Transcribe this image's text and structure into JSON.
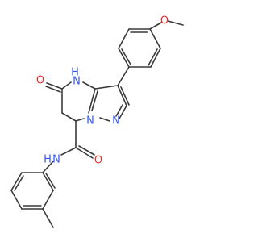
{
  "molecule": {
    "atoms": {
      "methoxy_o": {
        "text": "O",
        "color": "#e8322c"
      },
      "amine_nh": {
        "text": "H",
        "color": "#3355ee"
      },
      "amine_n": {
        "text": "N",
        "color": "#3355ee"
      },
      "ketone_o": {
        "text": "O",
        "color": "#e8322c"
      },
      "ring_n1": {
        "text": "N",
        "color": "#3355ee"
      },
      "ring_n2": {
        "text": "N",
        "color": "#3355ee"
      },
      "amide_nh": {
        "text": "H",
        "color": "#3355ee"
      },
      "amide_n": {
        "text": "N",
        "color": "#3355ee"
      },
      "amide_o": {
        "text": "O",
        "color": "#e8322c"
      }
    },
    "bond_color": "#3a3a3a",
    "background": "#ffffff"
  }
}
